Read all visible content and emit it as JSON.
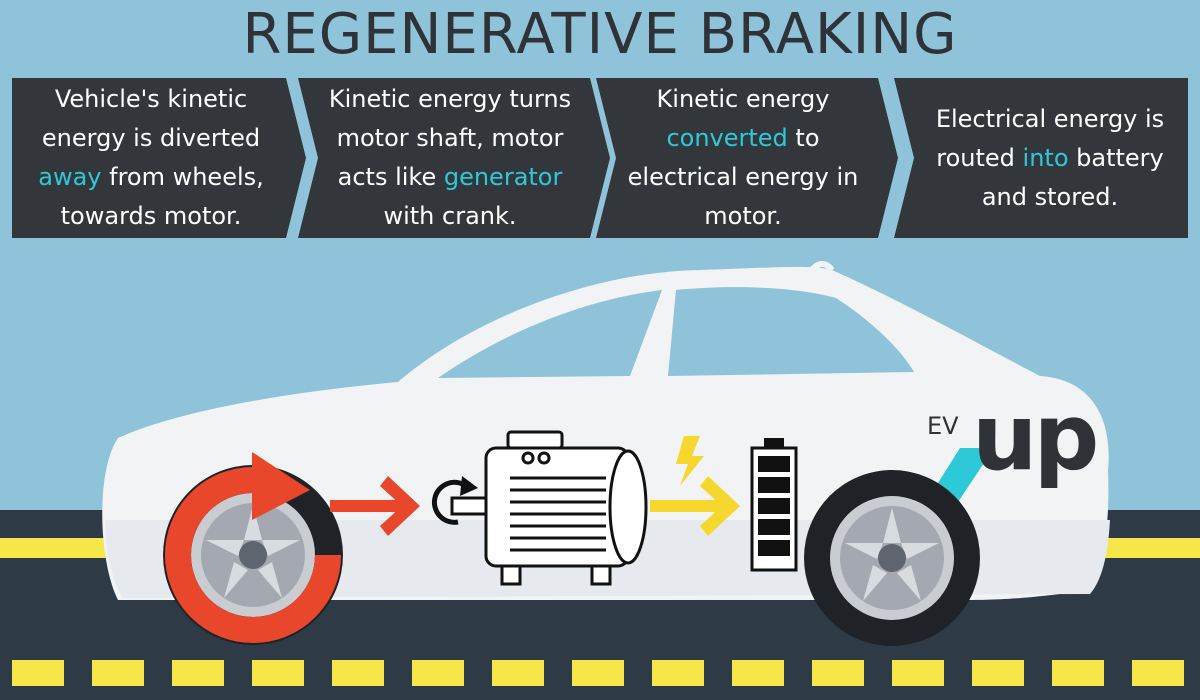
{
  "title": "REGENERATIVE BRAKING",
  "steps": [
    {
      "before": "Vehicle's kinetic energy is diverted ",
      "highlight": "away",
      "after": " from wheels, towards motor."
    },
    {
      "before": "Kinetic energy turns motor shaft, motor acts like ",
      "highlight": "generator",
      "after": " with crank."
    },
    {
      "before": "Kinetic energy ",
      "highlight": "converted",
      "after": " to electrical energy in motor."
    },
    {
      "before": "Electrical energy is routed ",
      "highlight": "into",
      "after": " battery and stored."
    }
  ],
  "logo": {
    "prefix": "EV",
    "main": "up"
  },
  "icons": [
    "rotation-arrow-icon",
    "flow-arrow-icon",
    "rotation-icon",
    "motor-icon",
    "lightning-bolt-icon",
    "battery-icon"
  ],
  "colors": {
    "sky": "#8fc3d9",
    "panel": "#33373b",
    "highlight": "#2ec9d8",
    "road": "#2f3a47",
    "lane_line": "#f7e64a",
    "red_arrow": "#e8472c",
    "yellow_arrow": "#f6d72d",
    "car_body": "#f2f3f5"
  }
}
